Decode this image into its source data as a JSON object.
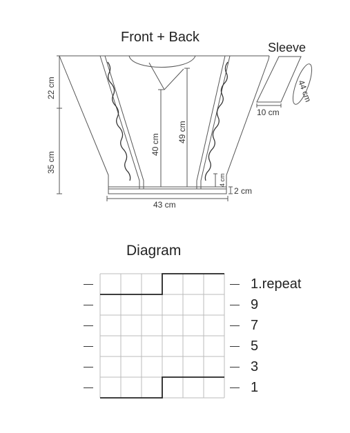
{
  "schematic": {
    "title": "Front + Back",
    "sleeve_title": "Sleeve",
    "measurements": {
      "upper_height": "22 cm",
      "lower_height": "35 cm",
      "neck_depth": "40 cm",
      "center_length": "49 cm",
      "hem_band": "4 cm",
      "bottom_band": "2 cm",
      "bottom_width": "43 cm",
      "sleeve_width": "10 cm",
      "sleeve_length": "44 cm"
    }
  },
  "chart": {
    "title": "Diagram",
    "columns": 6,
    "rows": 6,
    "row_labels": [
      "1.repeat",
      "9",
      "7",
      "5",
      "3",
      "1"
    ],
    "left_marker": "—",
    "right_marker": "—"
  }
}
